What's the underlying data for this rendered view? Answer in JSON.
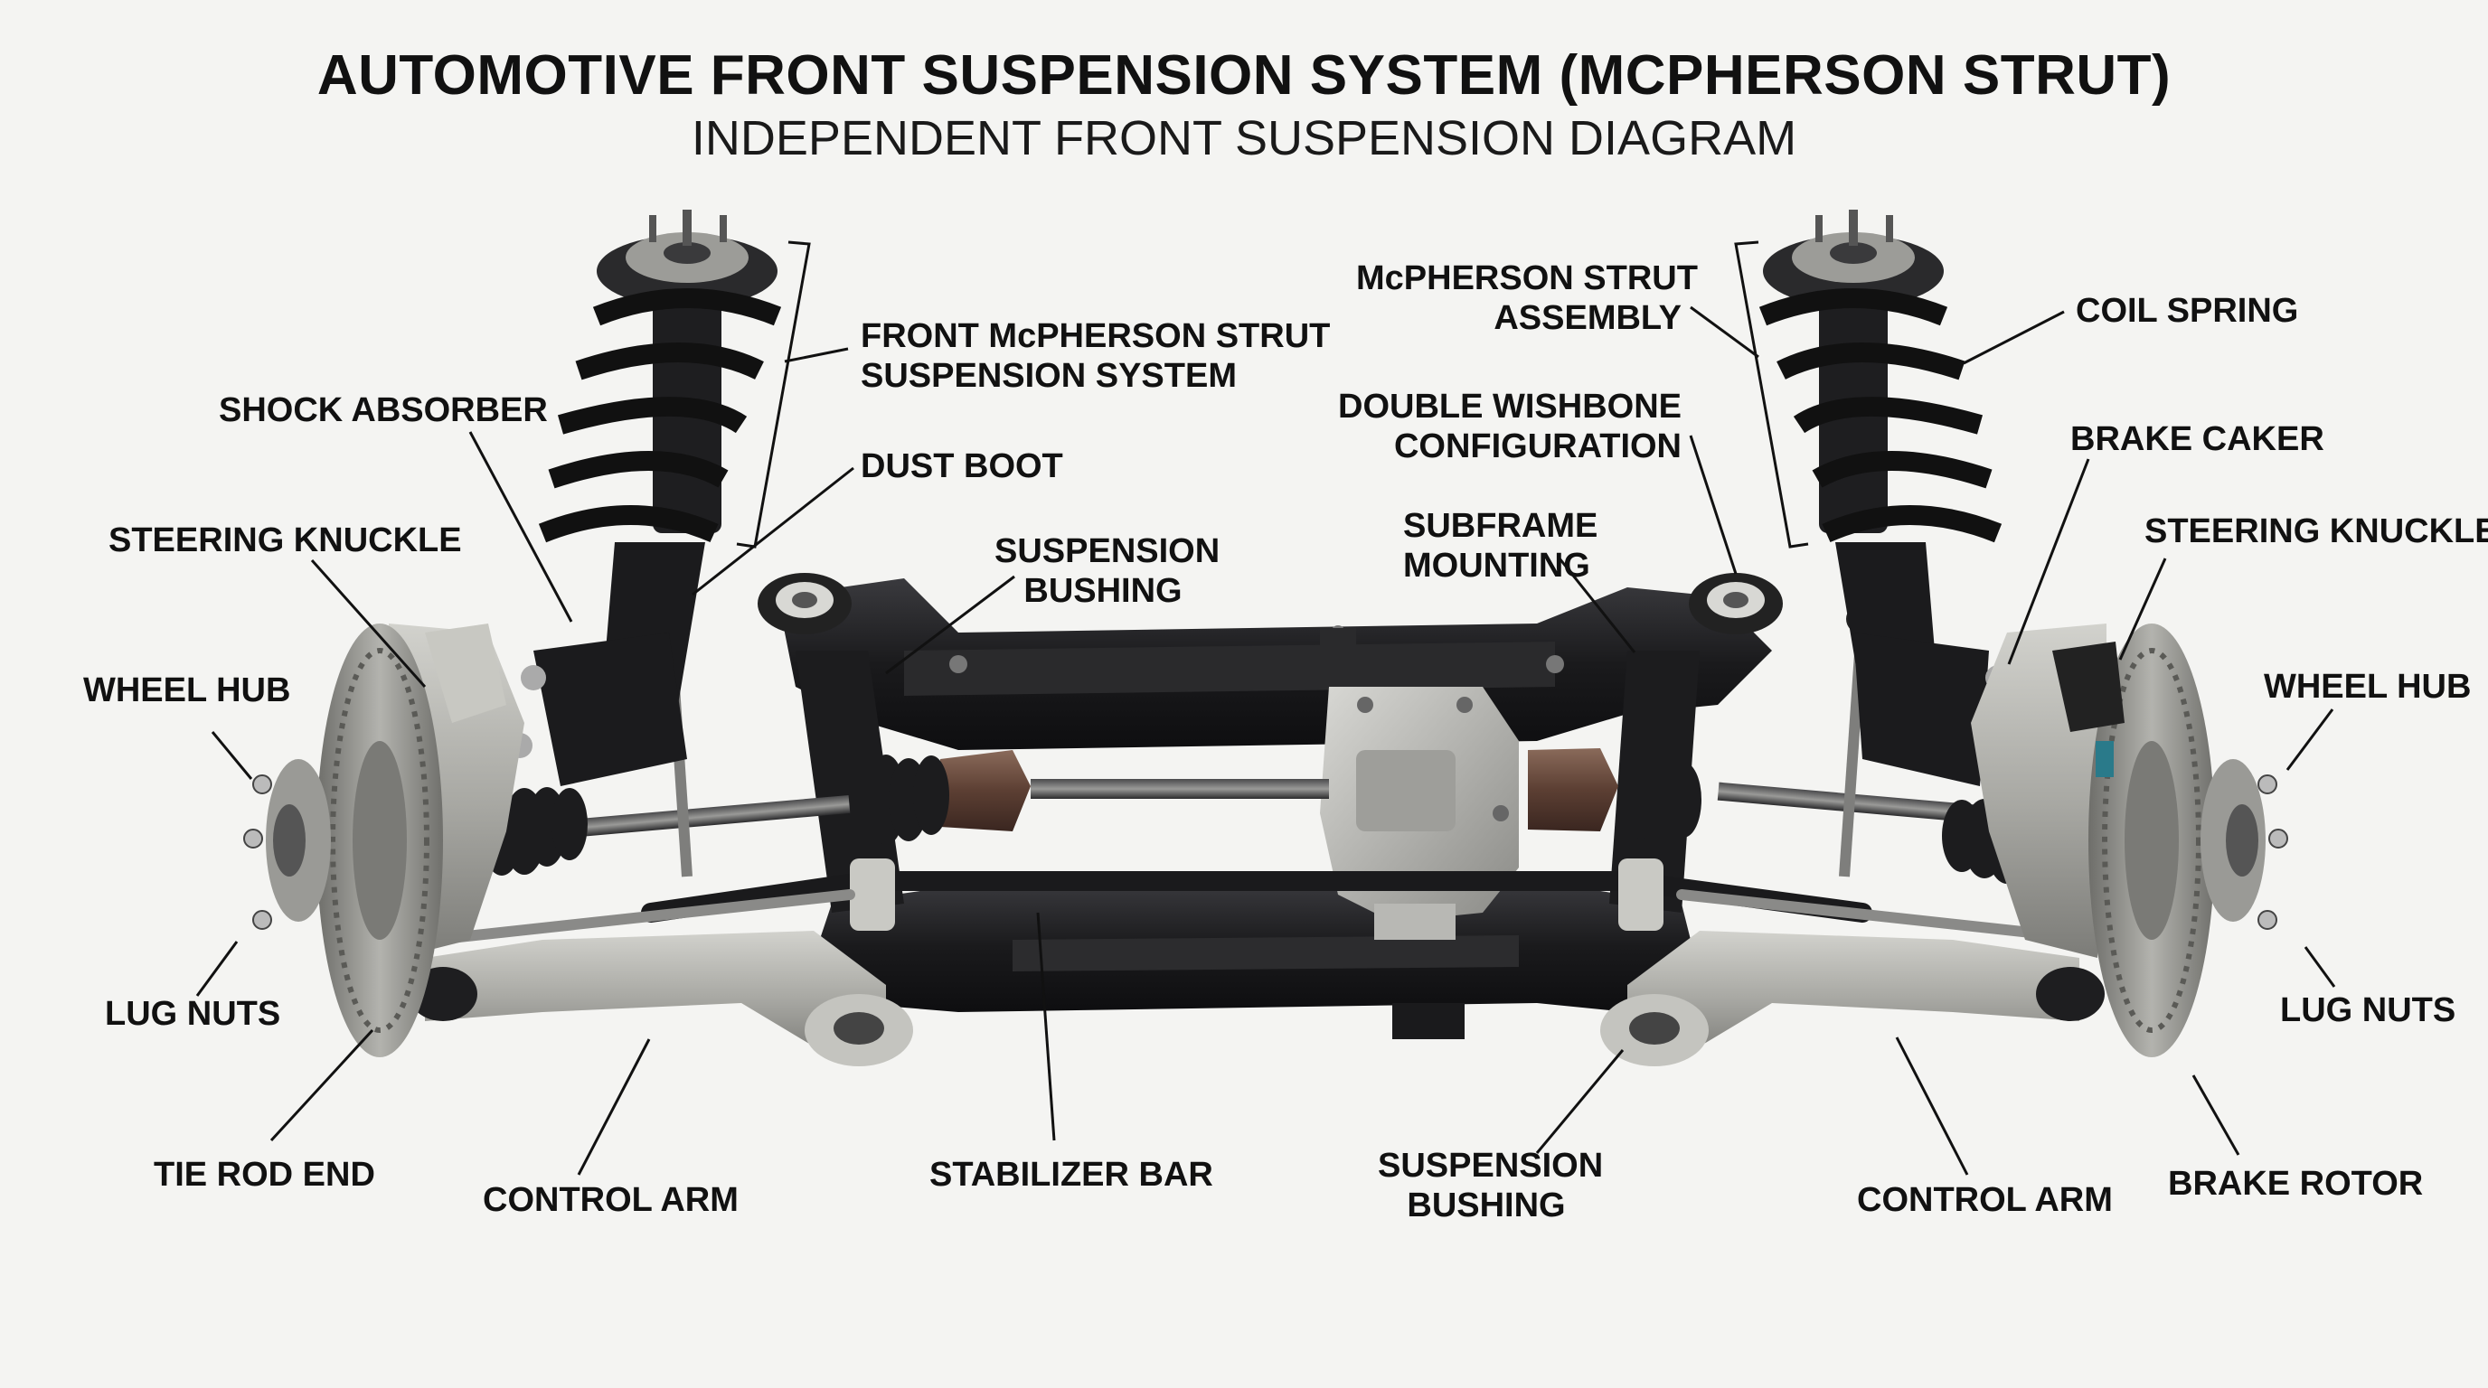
{
  "title": "AUTOMOTIVE FRONT SUSPENSION SYSTEM (MCPHERSON STRUT)",
  "subtitle": "INDEPENDENT FRONT SUSPENSION DIAGRAM",
  "labels": {
    "front_strut": [
      "FRONT McPHERSON STRUT",
      "SUSPENSION SYSTEM"
    ],
    "shock_absorber": "SHOCK ABSORBER",
    "dust_boot": "DUST BOOT",
    "steering_knuckle_left": "STEERING KNUCKLE",
    "suspension_bushing_top": [
      "SUSPENSION",
      "BUSHING"
    ],
    "wheel_hub_left": "WHEEL HUB",
    "lug_nuts_left": "LUG NUTS",
    "tie_rod_end": "TIE ROD END",
    "control_arm_left": "CONTROL ARM",
    "stabilizer_bar": "STABILIZER BAR",
    "suspension_bushing_bottom": [
      "SUSPENSION",
      "BUSHING"
    ],
    "control_arm_right": "CONTROL ARM",
    "brake_rotor": "BRAKE ROTOR",
    "mcpherson_assembly": [
      "McPHERSON STRUT",
      "ASSEMBLY"
    ],
    "double_wishbone": [
      "DOUBLE WISHBONE",
      "CONFIGURATION"
    ],
    "subframe_mounting": [
      "SUBFRAME",
      "MOUNTING"
    ],
    "coil_spring": "COIL SPRING",
    "brake_caliper": "BRAKE CAKER",
    "steering_knuckle_right": "STEERING KNUCKLE",
    "wheel_hub_right": "WHEEL HUB",
    "lug_nuts_right": "LUG NUTS"
  },
  "colors": {
    "background": "#f4f4f2",
    "frame": "#1c1c1e",
    "aluminum": "#a7a7a2",
    "rotor": "#8e8e8a",
    "boot": "#202022",
    "copper": "#6b4a3c",
    "leader": "#111111"
  }
}
